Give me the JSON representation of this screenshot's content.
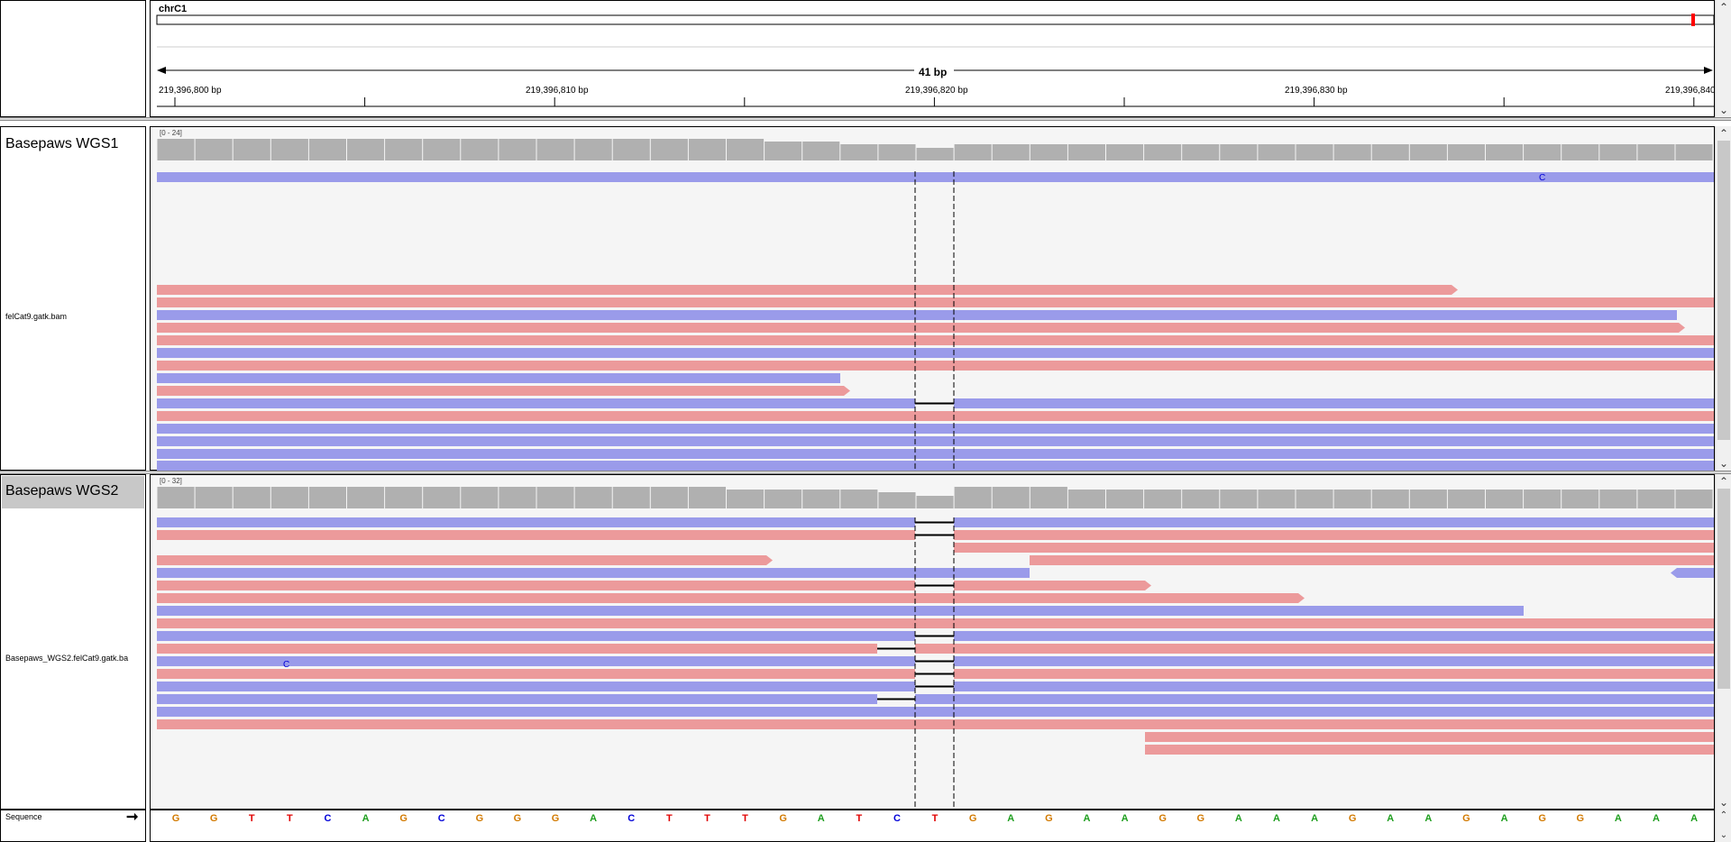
{
  "header": {
    "chrom": "chrC1",
    "span": "41 bp",
    "ticks": [
      "219,396,800 bp",
      "219,396,810 bp",
      "219,396,820 bp",
      "219,396,830 bp",
      "219,396,840"
    ]
  },
  "tracks": [
    {
      "title": "Basepaws WGS1",
      "bam": "felCat9.gatk.bam",
      "range": "[0 - 24]"
    },
    {
      "title": "Basepaws WGS2",
      "bam": "Basepaws_WGS2.felCat9.gatk.ba",
      "range": "[0 - 32]"
    }
  ],
  "mismatch_base": "C",
  "sequence": {
    "label": "Sequence",
    "bases": [
      "G",
      "G",
      "T",
      "T",
      "C",
      "A",
      "G",
      "C",
      "G",
      "G",
      "G",
      "A",
      "C",
      "T",
      "T",
      "T",
      "G",
      "A",
      "T",
      "C",
      "T",
      "G",
      "A",
      "G",
      "A",
      "A",
      "G",
      "G",
      "A",
      "A",
      "A",
      "G",
      "A",
      "A",
      "G",
      "A",
      "G",
      "G",
      "A",
      "A",
      "A"
    ]
  },
  "colors": {
    "forward_read": "#ec9a9b",
    "reverse_read": "#9a9bea",
    "coverage": "#b0b0b0",
    "A": "#1e9e1e",
    "C": "#0000d8",
    "G": "#d27a00",
    "T": "#e00000",
    "locus_marker": "#ff0000"
  }
}
